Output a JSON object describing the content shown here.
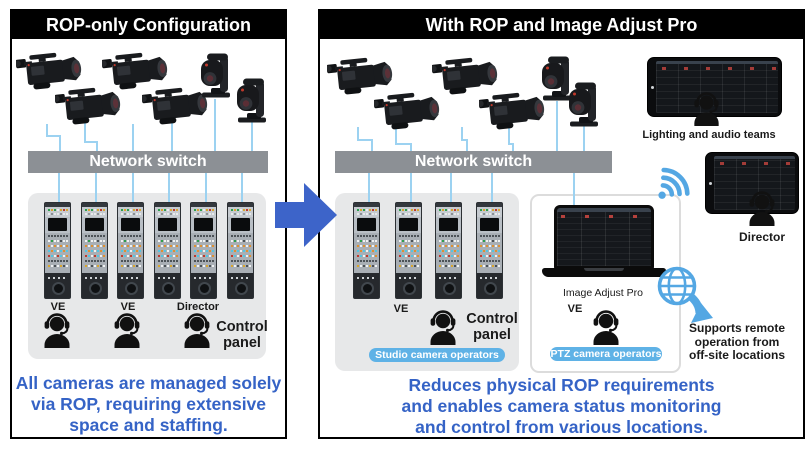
{
  "colors": {
    "accent_blue": "#3563c6",
    "arrow_blue": "#3d64c9",
    "pill_blue": "#5fb2e6",
    "connector_blue": "#9cd2f1",
    "icon_blue": "#54a7e3",
    "switch_gray": "#8c9095",
    "box_gray": "#e7e8e9",
    "header_black": "#000000"
  },
  "icons": [
    "studio-camera-icon",
    "ptz-camera-icon",
    "person-headset-icon",
    "wifi-icon",
    "globe-remote-icon",
    "arrow-right-icon"
  ],
  "left_panel": {
    "title": "ROP-only Configuration",
    "network_switch": "Network switch",
    "rop_count": 6,
    "studio_camera_count": 4,
    "ptz_camera_count": 2,
    "operators": [
      "VE",
      "VE",
      "Director"
    ],
    "control_panel_line1": "Control",
    "control_panel_line2": "panel",
    "caption_lines": [
      "All cameras are managed solely",
      "via ROP, requiring extensive",
      "space and staffing."
    ]
  },
  "right_panel": {
    "title": "With ROP and Image Adjust Pro",
    "network_switch": "Network switch",
    "rop_count": 4,
    "studio_camera_count": 4,
    "ptz_camera_count": 2,
    "studio_group": {
      "operator": "VE",
      "control_panel_line1": "Control",
      "control_panel_line2": "panel",
      "badge": "Studio camera operators"
    },
    "ptz_group": {
      "app_name": "Image Adjust Pro",
      "operator": "VE",
      "badge": "PTZ camera operators"
    },
    "tablet_teams_label": "Lighting and audio teams",
    "tablet_director_label": "Director",
    "remote_note_lines": [
      "Supports remote",
      "operation from",
      "off-site locations"
    ],
    "caption_lines": [
      "Reduces physical ROP requirements",
      "and enables camera status monitoring",
      "and control from various locations."
    ]
  }
}
